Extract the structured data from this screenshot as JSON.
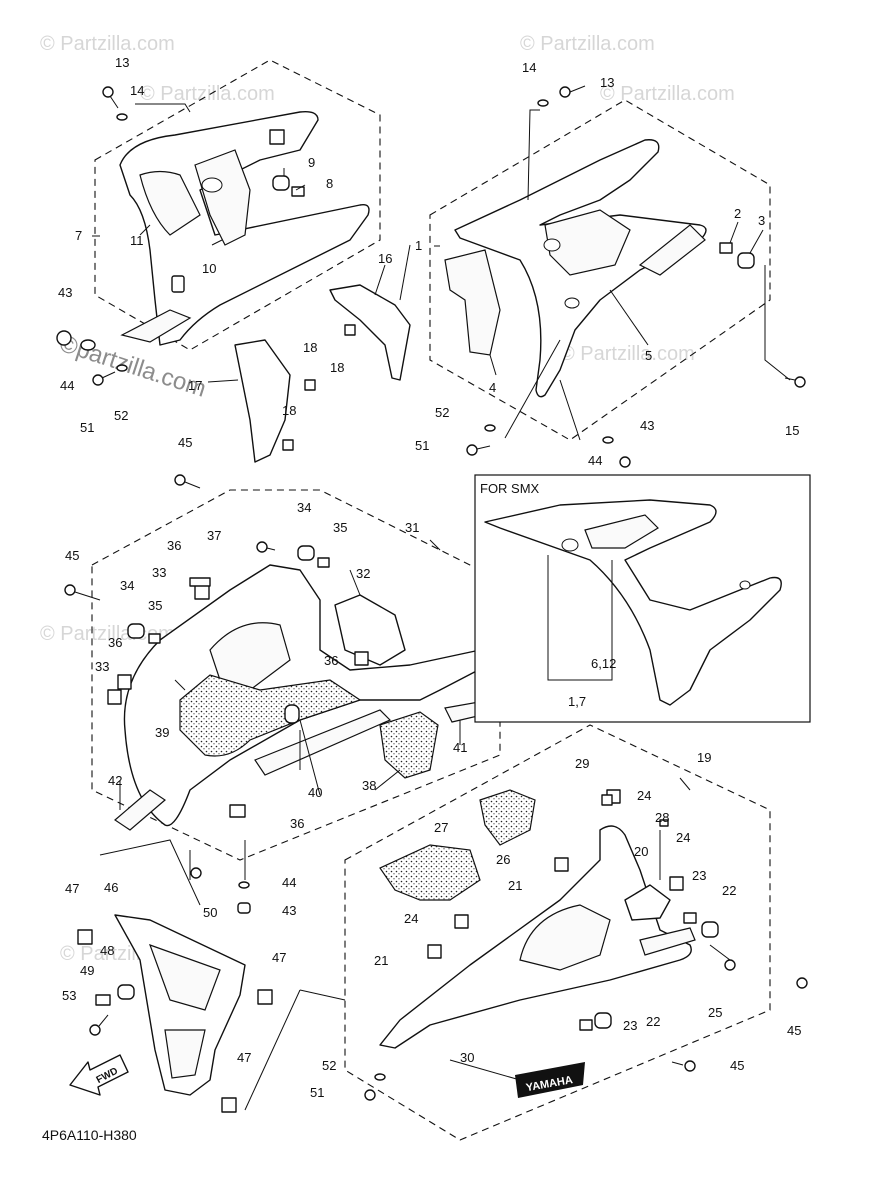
{
  "watermarks": {
    "text": "© Partzilla.com",
    "prominent_text": "©partzilla.com"
  },
  "diagram_code": "4P6A110-H380",
  "inset": {
    "title": "FOR SMX",
    "labels": [
      "6,12",
      "1,7"
    ]
  },
  "fwd_label": "FWD",
  "yamaha_badge": "YAMAHA",
  "callouts": [
    "1",
    "2",
    "3",
    "4",
    "5",
    "7",
    "8",
    "9",
    "10",
    "11",
    "13",
    "14",
    "15",
    "16",
    "17",
    "18",
    "19",
    "20",
    "21",
    "22",
    "23",
    "24",
    "25",
    "26",
    "27",
    "28",
    "29",
    "30",
    "31",
    "32",
    "33",
    "34",
    "35",
    "36",
    "37",
    "38",
    "39",
    "40",
    "41",
    "42",
    "43",
    "44",
    "45",
    "46",
    "47",
    "48",
    "49",
    "50",
    "51",
    "52",
    "53"
  ]
}
